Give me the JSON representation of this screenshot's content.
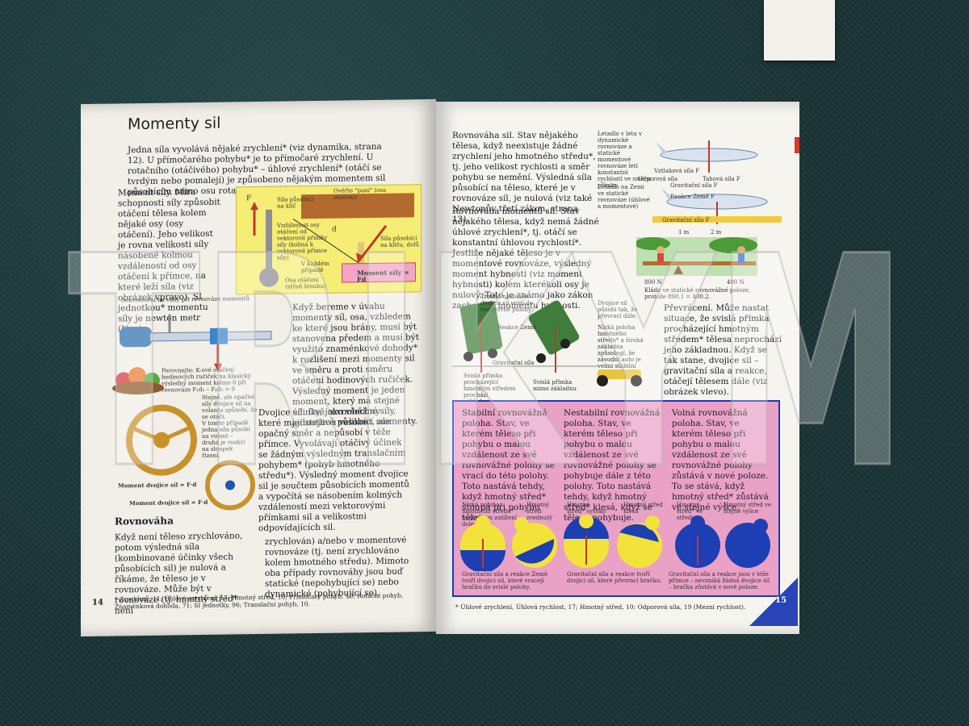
{
  "left_page": {
    "title": "Momenty sil",
    "intro": "Jedna síla vyvolává nějaké zrychlení* (viz dynamika, strana 12). U přímočarého pohybu* je to přímočaré zrychlení. U rotačního (otáčivého) pohybu* – úhlové zrychlení* (otáčí se tvrdým nebo pomalejí) je způsobeno nějakým momentem sil působícím mimo osu rotace (osa otáčení).",
    "moment_sily": "Moment síly. Míra schopnosti síly způsobit otáčení tělesa kolem nějaké osy (osy otáčení). Jeho velikost je rovna velikosti síly násobené kolmou vzdáleností od osy otáčení k přímce, na které leží síla (viz obrázek vpravo). SI jednotkou* momentu síly je newton metr (N.m).",
    "diagram_labels": {
      "overlay": "Ověřte \"paní\" (osa otáčení)",
      "sila": "Síla působící na klíč",
      "vzdalenost": "Vzdálenost osy otáčení od vektorové přímky síly (kolmá k vektorové přímce síly)",
      "sila_pusobici": "Síla působící na klíču, dolů",
      "v_kazdem": "V každém případě",
      "osa": "Osa otáčení (střed šroubu)",
      "moment_formula": "Moment síly = Fd",
      "d": "d",
      "f": "F"
    },
    "scale_caption": "Souvislostní na vahy při rovnováze momentů",
    "scale_bottom": "Porovnejte: K-ové otáčení hodinových ručiček na klasický výsledný moment kolmo 0 při rovnováze F₁d₁ – F₂d₂ = 0",
    "body_mid": "Když bereme v úvahu momenty síl, osa, vzhledem ke které jsou brány, musí být stanovena předem a musí být využito znaménkové dohody* k rozlišení mezi momenty sil ve směru a proti směru otáčení hodinových ručiček. Výsledný moment je jeden moment, který má stejné účinky, jako všechny jednotlivé působící momenty.",
    "wheel_note": "Stejně, ale opačné síly dvojice sil na volantu způsobí, že se otáčí.",
    "wheel_note2": "V tomto případě jedna síla působí na volant – druhá je reakcí na sloupek řízení.",
    "moment_dvojice_1": "Moment dvojice síl = F·d",
    "moment_dvojice_2": "Moment dvojice síl = F·d",
    "dvojice": "Dvojice sil. Dvě rovnoběžné síly, které mají stejnou velikost, ale opačný směr a nepůsobí v téže přímce. Vyvolávají otáčivý účinek se žádným výsledným translačním pohybem* (pohyb hmotného středu*). Výsledný moment dvojice sil je součtem působících momentů a vypočítá se násobením kolmých vzdáleností mezi vektorovými přímkami sil a velikostmi odpovídajících sil.",
    "rovnovaha_title": "Rovnováha",
    "rovnovaha": "Když není těleso zrychlováno, potom výsledná síla (kombinované účinky všech působících sil) je nulová a říkáme, že těleso je v rovnováze. Může být v rovnováze (tj. hmotný střed* není",
    "rovnovaha_cont": "zrychlován) a/nebo v momentové rovnováze (tj. není zrychlováno kolem hmotného středu). Mimoto oba případy rovnováhy jsou buď statické (nepohybující se) nebo dynamické (pohybující se).",
    "page_number": "14",
    "footnote": "* Zrychlení, 11; Úhlové zrychlení, 17; Hmotný střed, 10; Přímočarý pohyb, 10; Rotační pohyb, Znaménková dohoda, 71; SI jednotky, 96; Translační pohyb, 10."
  },
  "right_page": {
    "rovnovaha_sil": "Rovnováha sil. Stav nějakého tělesa, když neexistuje žádné zrychlení jeho hmotného středu*, tj. jeho velikost rychlosti a směr pohybu se nemění. Výsledná síla působící na těleso, které je v rovnováze síl, je nulová (viz také Newtonův třetí zákon, strana 13).",
    "rovnovaha_momentu": "Rovnováha momentů sil. Stav nějakého tělesa, když nemá žádné úhlové zrychlení*, tj. otáčí se konstantní úhlovou rychlostí*. Jestliže nějaké těleso je v momentové rovnováze, výsledný moment hybnosti (viz moment hybnosti) kolem kterékoli osy je nulový. Toto je známo jako zákon zachování momentu hybnosti.",
    "plane1": "Letadlo v letu v dynamické rovnováze a statické momentové rovnováze letí konstantní rychlostí ve směru přímky",
    "plane1_labels": [
      "Vztlaková síla F",
      "Odporová síla",
      "Tahová síla F",
      "Gravitační síla F"
    ],
    "plane2": "Letadlo na Zemi ve statické rovnováze (úhlové a momentové)",
    "plane2_labels": [
      "Reakce Země F",
      "Gravitační síla F"
    ],
    "seesaw_labels": [
      "1 m",
      "2 m",
      "800 N",
      "400 N"
    ],
    "seesaw_caption": "Kláda ve statické rovnovážné poloze, protože 800.1 = 400.2.",
    "car_labels": [
      "Trochu nakloněn – dvojice sil vrátí do vodorovné polohy",
      "Reakce Země",
      "Gravitační síla",
      "Svislá přímka procházející hmotným středem prochází základnou.",
      "Dvojice sil působí tak, že převrací dále.",
      "Nízká poloha hmotného středu* a široká základna způsobují, že závodní auto je velmi stabilní",
      "Svislá přímka mimo základnu"
    ],
    "prevraceni": "Převrácení. Může nastat situace, že svislá přímka procházející hmotným středem* tělesa neprochází jeho základnou. Když se tak stane, dvojice sil – gravitační síla a reakce, otáčejí tělesem dále (viz obrázek vlevo).",
    "stabilni": "Stabilní rovnovážná poloha. Stav, ve kterém těleso při pohybu o malou vzdálenost ze své rovnovážné polohy se vrací do této polohy. Toto nastává tehdy, když hmotný střed* stoupá při pohybu tělesa.",
    "nestabilni": "Nestabilní rovnovážná poloha. Stav, ve kterém těleso při pohybu o malou vzdálenost ze své rovnovážné polohy se pohybuje dále z této polohy. Toto nastává tehdy, když hmotný střed* klesá, když se těleso pohybuje.",
    "volna": "Volná rovnovážná poloha. Stav, ve kterém těleso při pohybu o malou vzdálenost ze své rovnovážné polohy zůstává v nové poloze. To se stává, když hmotný střed* zůstává ve stejné výšce.",
    "ball_labels": [
      "Nízká poloha hmotného středu* nasledkem zatížení dole",
      "Hmotný střed zvednutý",
      "Hmotný střed* vysoko",
      "Hmotný střed klesá",
      "Hmotný střed* ve středu",
      "Hmotný střed ve stejné výšce"
    ],
    "ball_captions": [
      "Gravitační síla a reakce Země tvoří dvojici sil, které vracejí hračku do svislé polohy.",
      "Gravitační síla a reakce tvoří dvojici sil, které převrací hračku.",
      "Gravitační síla a reakce jsou v téže přímce – nevzniká žádná dvojice sil – hračka zůstává v nové poloze."
    ],
    "page_number": "15",
    "footnote": "* Úhlové zrychlení, Úhlová rychlost, 17; Hmotný střed, 10; Odporová síla, 19 (Mezní rychlost)."
  },
  "watermark": "TRIKYM",
  "colors": {
    "yellow": "#f6ed74",
    "pink": "#f6c7dc",
    "blue_border": "#1a3ab5",
    "ball_yellow": "#f2e33a",
    "ball_blue": "#1d3fb3"
  }
}
